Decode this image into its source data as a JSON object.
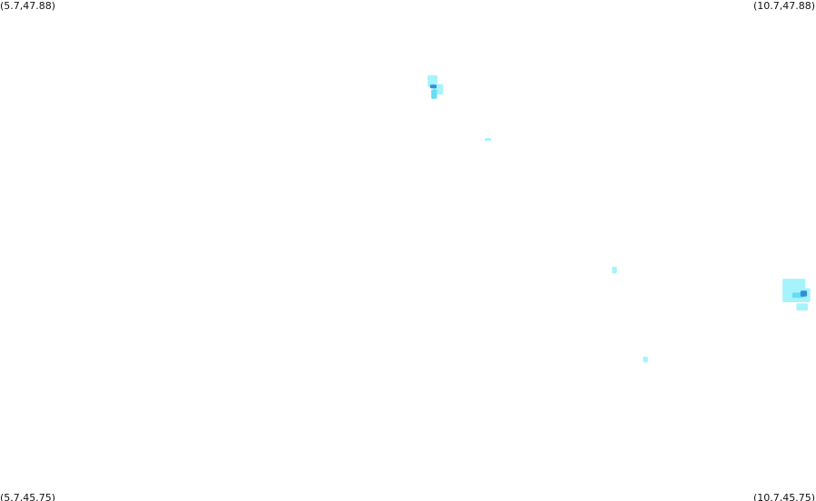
{
  "corners": {
    "top_left": "(5.7,47.88)",
    "top_right": "(10.7,47.88)",
    "bottom_left": "(5.7,45.75)",
    "bottom_right": "(10.7,45.75)"
  },
  "bounds": {
    "lon_min": 5.7,
    "lon_max": 10.7,
    "lat_min": 45.75,
    "lat_max": 47.88
  },
  "colors": {
    "light": "#a6f3fb",
    "medium": "#66ddf2",
    "dark": "#2f8fd9",
    "background": "#ffffff"
  },
  "precipitation_cells": [
    {
      "lon": 8.35,
      "lat": 47.535,
      "lon_span": 0.06,
      "lat_span": 0.05,
      "level": "light"
    },
    {
      "lon": 8.385,
      "lat": 47.5,
      "lon_span": 0.06,
      "lat_span": 0.045,
      "level": "light"
    },
    {
      "lon": 8.36,
      "lat": 47.48,
      "lon_span": 0.035,
      "lat_span": 0.04,
      "level": "medium"
    },
    {
      "lon": 8.355,
      "lat": 47.512,
      "lon_span": 0.04,
      "lat_span": 0.016,
      "level": "dark"
    },
    {
      "lon": 8.69,
      "lat": 47.287,
      "lon_span": 0.04,
      "lat_span": 0.012,
      "level": "light"
    },
    {
      "lon": 9.465,
      "lat": 46.732,
      "lon_span": 0.03,
      "lat_span": 0.028,
      "level": "light"
    },
    {
      "lon": 9.655,
      "lat": 46.352,
      "lon_span": 0.03,
      "lat_span": 0.025,
      "level": "light"
    },
    {
      "lon": 10.565,
      "lat": 46.67,
      "lon_span": 0.14,
      "lat_span": 0.05,
      "level": "light"
    },
    {
      "lon": 10.58,
      "lat": 46.625,
      "lon_span": 0.17,
      "lat_span": 0.06,
      "level": "light"
    },
    {
      "lon": 10.615,
      "lat": 46.575,
      "lon_span": 0.07,
      "lat_span": 0.03,
      "level": "light"
    },
    {
      "lon": 10.59,
      "lat": 46.625,
      "lon_span": 0.07,
      "lat_span": 0.022,
      "level": "medium"
    },
    {
      "lon": 10.625,
      "lat": 46.632,
      "lon_span": 0.04,
      "lat_span": 0.025,
      "level": "dark"
    }
  ]
}
